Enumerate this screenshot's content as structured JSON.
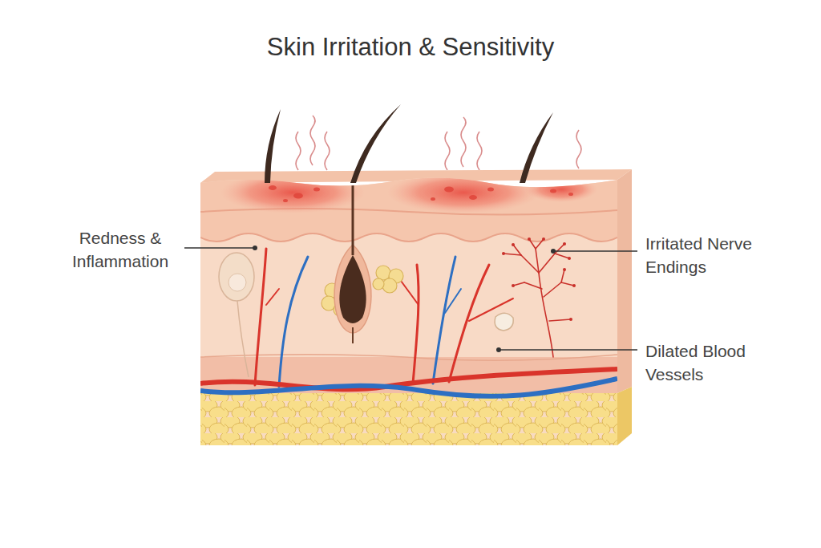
{
  "diagram": {
    "title": "Skin Irritation & Sensitivity",
    "labels": [
      "Redness & Inflammation",
      "Irritated Nerve Endings",
      "Dilated Blood Vessels"
    ]
  }
}
